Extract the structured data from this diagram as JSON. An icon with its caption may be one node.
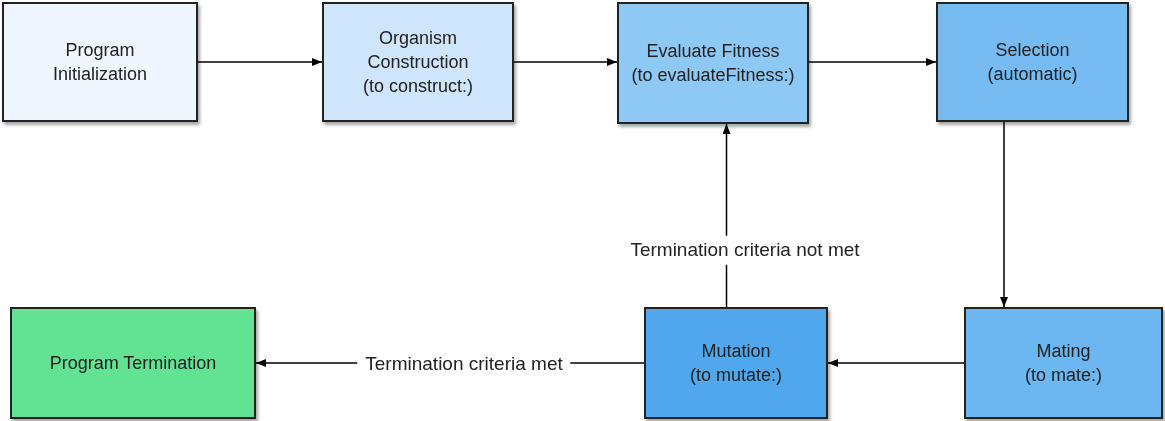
{
  "diagram": {
    "nodes": [
      {
        "text": [
          "Program Initialization"
        ]
      },
      {
        "text": [
          "Organism Construction",
          "(to construct:)"
        ]
      },
      {
        "text": [
          "Evaluate Fitness",
          "(to evaluateFitness:)"
        ]
      },
      {
        "text": [
          "Selection",
          "(automatic)"
        ]
      },
      {
        "text": [
          "Program Termination"
        ]
      },
      {
        "text": [
          "Mutation",
          "(to mutate:)"
        ]
      },
      {
        "text": [
          "Mating",
          "(to mate:)"
        ]
      }
    ],
    "edges": [
      {
        "from": 0,
        "to": 1,
        "arrow": "to"
      },
      {
        "from": 1,
        "to": 2,
        "arrow": "to"
      },
      {
        "from": 2,
        "to": 3,
        "arrow": "to"
      },
      {
        "from": 3,
        "to": 6,
        "arrow": "to"
      },
      {
        "from": 6,
        "to": 5,
        "arrow": "to"
      },
      {
        "from": 5,
        "to": 2,
        "arrow": "to",
        "label": "Termination criteria not met"
      },
      {
        "from": 5,
        "to": 4,
        "arrow": "to",
        "label": "Termination criteria met"
      }
    ]
  }
}
